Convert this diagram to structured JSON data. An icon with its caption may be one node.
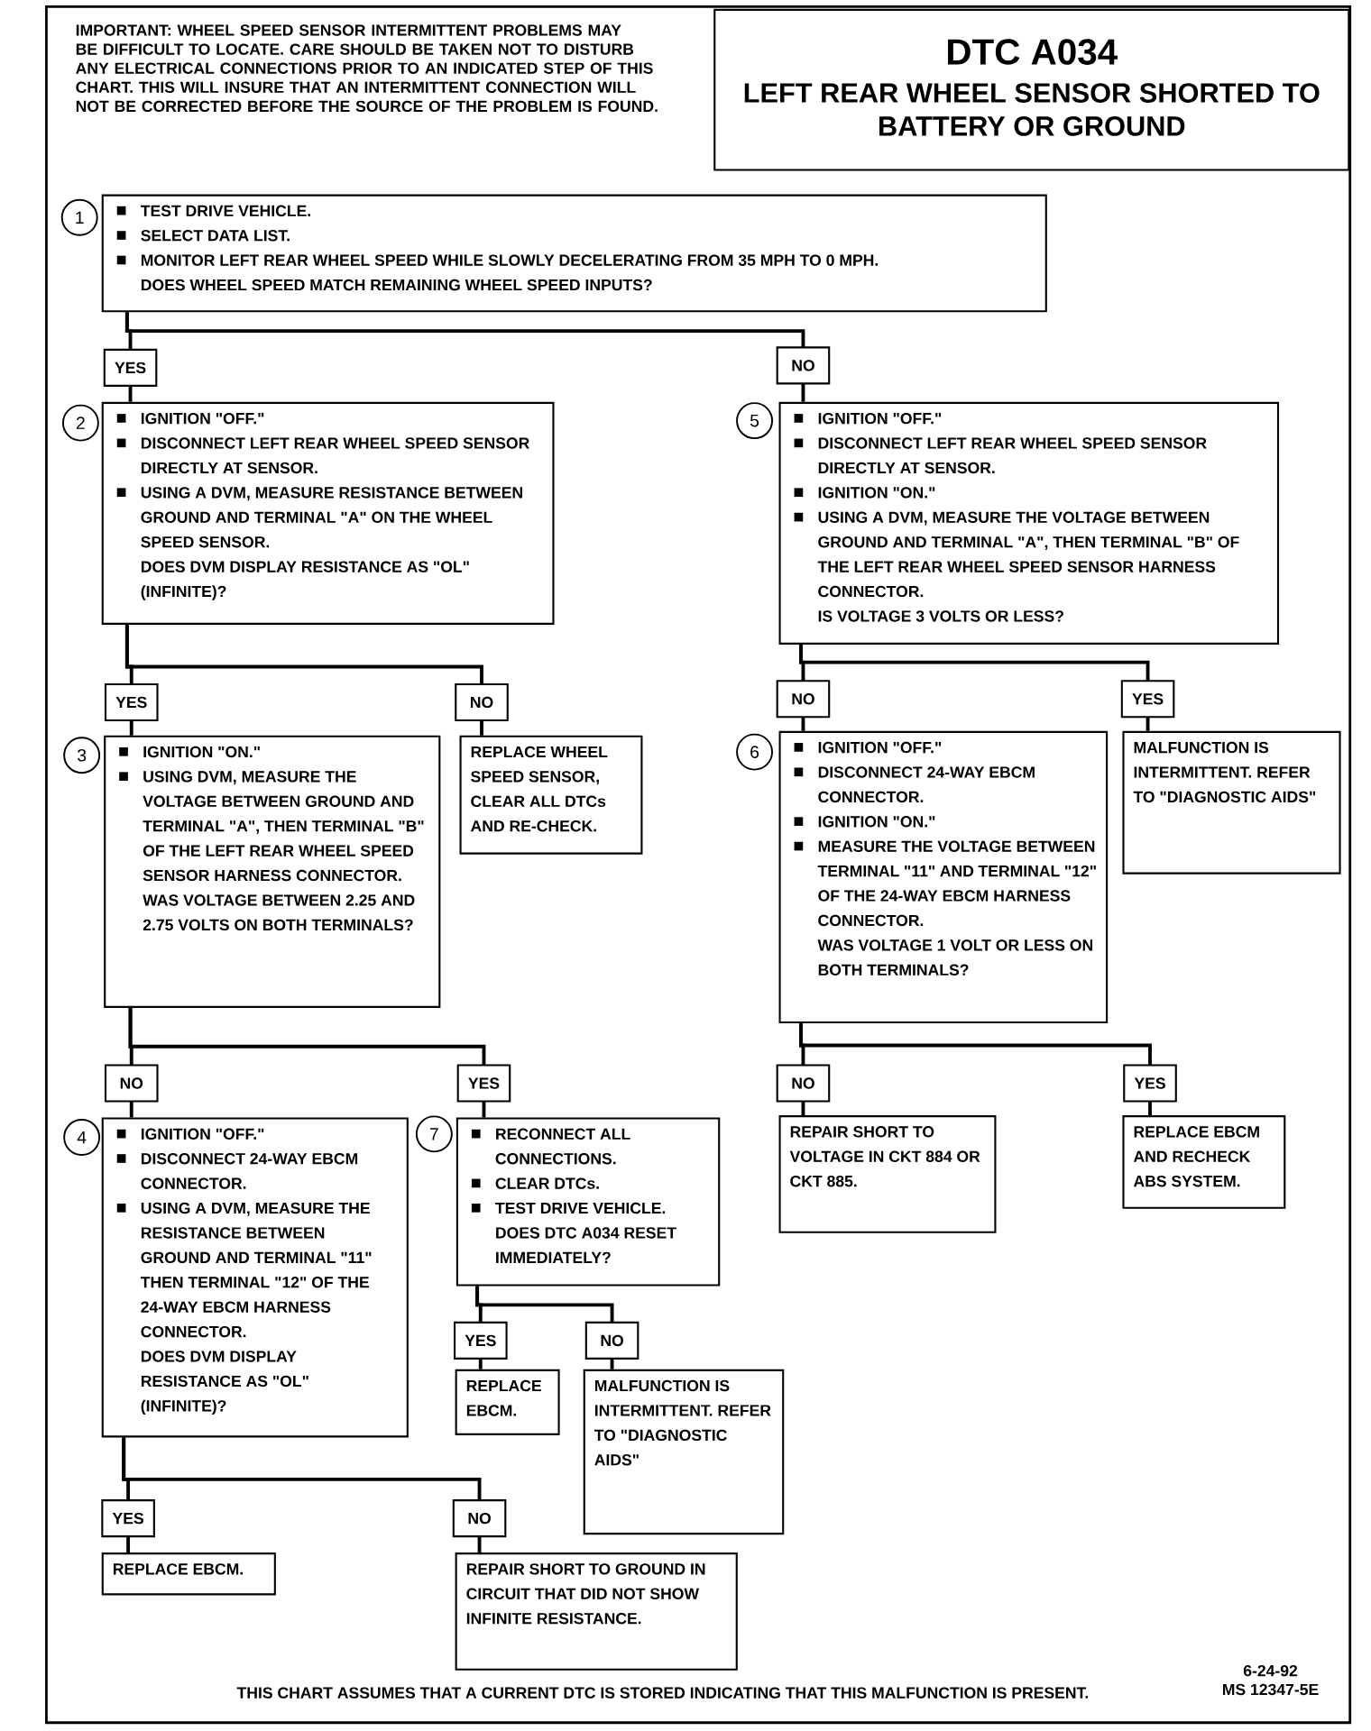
{
  "diagram": {
    "nodes": [
      {
        "text": [
          "DTC A034",
          "LEFT REAR WHEEL SENSOR SHORTED TO BATTERY OR GROUND"
        ]
      },
      {
        "text": [
          "TEST DRIVE VEHICLE.",
          "SELECT DATA LIST.",
          "MONITOR LEFT REAR WHEEL SPEED WHILE SLOWLY DECELERATING FROM 35 MPH TO 0 MPH.",
          "DOES WHEEL SPEED MATCH REMAINING WHEEL SPEED INPUTS?"
        ],
        "beside": [
          "1"
        ]
      },
      {
        "text": [
          "IGNITION \"OFF.\"",
          "DISCONNECT LEFT REAR WHEEL SPEED SENSOR DIRECTLY AT SENSOR.",
          "USING A DVM, MEASURE RESISTANCE BETWEEN GROUND AND TERMINAL \"A\" ON THE WHEEL SPEED SENSOR.",
          "DOES DVM DISPLAY RESISTANCE AS \"OL\" (INFINITE)?"
        ],
        "beside": [
          "2"
        ]
      },
      {
        "text": [
          "IGNITION \"OFF.\"",
          "DISCONNECT LEFT REAR WHEEL SPEED SENSOR DIRECTLY AT SENSOR.",
          "IGNITION \"ON.\"",
          "USING A DVM, MEASURE THE VOLTAGE BETWEEN GROUND AND TERMINAL \"A\", THEN TERMINAL \"B\" OF THE LEFT REAR WHEEL SPEED SENSOR HARNESS CONNECTOR.",
          "IS VOLTAGE 3 VOLTS OR LESS?"
        ],
        "beside": [
          "5"
        ]
      },
      {
        "text": [
          "IGNITION \"ON.\"",
          "USING DVM, MEASURE THE VOLTAGE BETWEEN GROUND AND TERMINAL \"A\", THEN TERMINAL \"B\" OF THE LEFT REAR WHEEL SPEED SENSOR HARNESS CONNECTOR.",
          "WAS VOLTAGE BETWEEN 2.25 AND 2.75 VOLTS ON BOTH TERMINALS?"
        ],
        "beside": [
          "3"
        ]
      },
      {
        "text": [
          "REPLACE WHEEL SPEED SENSOR, CLEAR ALL DTCs AND RE-CHECK."
        ]
      },
      {
        "text": [
          "IGNITION \"OFF.\"",
          "DISCONNECT 24-WAY EBCM CONNECTOR.",
          "IGNITION \"ON.\"",
          "MEASURE THE VOLTAGE BETWEEN TERMINAL \"11\" AND TERMINAL \"12\" OF THE 24-WAY EBCM HARNESS CONNECTOR.",
          "WAS VOLTAGE 1 VOLT OR LESS ON BOTH TERMINALS?"
        ],
        "beside": [
          "6"
        ]
      },
      {
        "text": [
          "MALFUNCTION IS INTERMITTENT. REFER TO \"DIAGNOSTIC AIDS\""
        ]
      },
      {
        "text": [
          "IGNITION \"OFF.\"",
          "DISCONNECT 24-WAY EBCM CONNECTOR.",
          "USING A DVM, MEASURE THE RESISTANCE BETWEEN GROUND AND TERMINAL \"11\" THEN TERMINAL \"12\" OF THE 24-WAY EBCM HARNESS CONNECTOR.",
          "DOES DVM DISPLAY RESISTANCE AS \"OL\" (INFINITE)?"
        ],
        "beside": [
          "4"
        ]
      },
      {
        "text": [
          "RECONNECT ALL CONNECTIONS.",
          "CLEAR DTCs.",
          "TEST DRIVE VEHICLE.",
          "DOES DTC A034 RESET IMMEDIATELY?"
        ],
        "beside": [
          "7"
        ]
      },
      {
        "text": [
          "REPAIR SHORT TO VOLTAGE IN CKT 884 OR CKT 885."
        ]
      },
      {
        "text": [
          "REPLACE EBCM AND RECHECK ABS SYSTEM."
        ]
      },
      {
        "text": [
          "REPLACE EBCM."
        ]
      },
      {
        "text": [
          "MALFUNCTION IS INTERMITTENT. REFER TO \"DIAGNOSTIC AIDS\""
        ]
      },
      {
        "text": [
          "REPLACE EBCM."
        ]
      },
      {
        "text": [
          "REPAIR SHORT TO GROUND IN CIRCUIT THAT DID NOT SHOW INFINITE RESISTANCE."
        ]
      }
    ],
    "edges": [
      {
        "from": 1,
        "to": 2,
        "arrow": "none",
        "label": "YES"
      },
      {
        "from": 1,
        "to": 3,
        "arrow": "none",
        "label": "NO"
      },
      {
        "from": 2,
        "to": 4,
        "arrow": "none",
        "label": "YES"
      },
      {
        "from": 2,
        "to": 5,
        "arrow": "none",
        "label": "NO"
      },
      {
        "from": 3,
        "to": 6,
        "arrow": "none",
        "label": "NO"
      },
      {
        "from": 3,
        "to": 7,
        "arrow": "none",
        "label": "YES"
      },
      {
        "from": 4,
        "to": 8,
        "arrow": "none",
        "label": "NO"
      },
      {
        "from": 4,
        "to": 9,
        "arrow": "none",
        "label": "YES"
      },
      {
        "from": 6,
        "to": 10,
        "arrow": "none",
        "label": "NO"
      },
      {
        "from": 6,
        "to": 11,
        "arrow": "none",
        "label": "YES"
      },
      {
        "from": 9,
        "to": 12,
        "arrow": "none",
        "label": "YES"
      },
      {
        "from": 9,
        "to": 13,
        "arrow": "none",
        "label": "NO"
      },
      {
        "from": 8,
        "to": 14,
        "arrow": "none",
        "label": "YES"
      },
      {
        "from": 8,
        "to": 15,
        "arrow": "none",
        "label": "NO"
      }
    ],
    "labels": [
      "IMPORTANT: WHEEL SPEED SENSOR INTERMITTENT PROBLEMS MAY BE DIFFICULT TO LOCATE. CARE SHOULD BE TAKEN NOT TO DISTURB ANY ELECTRICAL CONNECTIONS PRIOR TO AN INDICATED STEP OF THIS CHART. THIS WILL INSURE THAT AN INTERMITTENT CONNECTION WILL NOT BE CORRECTED BEFORE THE SOURCE OF THE PROBLEM IS FOUND.",
      "THIS CHART ASSUMES THAT A CURRENT DTC IS STORED INDICATING THAT THIS MALFUNCTION IS PRESENT.",
      "6-24-92",
      "MS 12347-5E"
    ]
  }
}
